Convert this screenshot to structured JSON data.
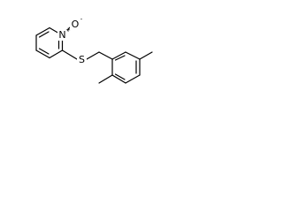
{
  "molecule": {
    "atoms": {
      "nitrogen": "N",
      "nitrogen_charge": "+",
      "oxygen": "O",
      "oxygen_charge": "-",
      "sulfur": "S"
    }
  }
}
